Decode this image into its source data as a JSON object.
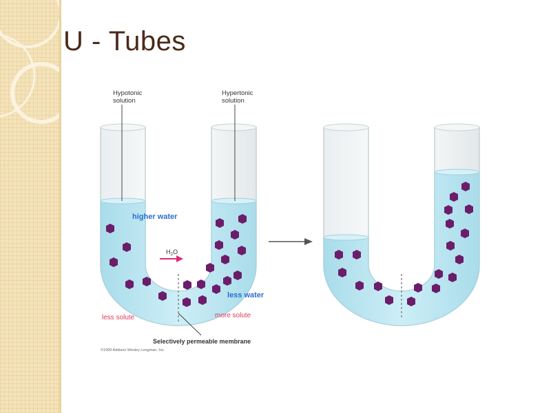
{
  "slide": {
    "title": "U - Tubes"
  },
  "diagram": {
    "left_tube": {
      "label_left": "Hypotonic\nsolution",
      "label_left_line1": "Hypotonic",
      "label_left_line2": "solution",
      "label_right_line1": "Hypertonic",
      "label_right_line2": "solution",
      "higher_water": "higher water",
      "less_water": "less water",
      "h2o": "H",
      "h2o_sub": "2",
      "h2o_end": "O",
      "less_solute": "less solute",
      "more_solute": "more solute",
      "membrane": "Selectively permeable membrane",
      "copyright": "©1999 Addison Wesley Longman, Inc."
    },
    "colors": {
      "water": "#bfe6f2",
      "solute": "#6b1d6a",
      "label_blue": "#2a6fd0",
      "label_red": "#e23a5a",
      "arrow_pink": "#e0287a"
    }
  }
}
